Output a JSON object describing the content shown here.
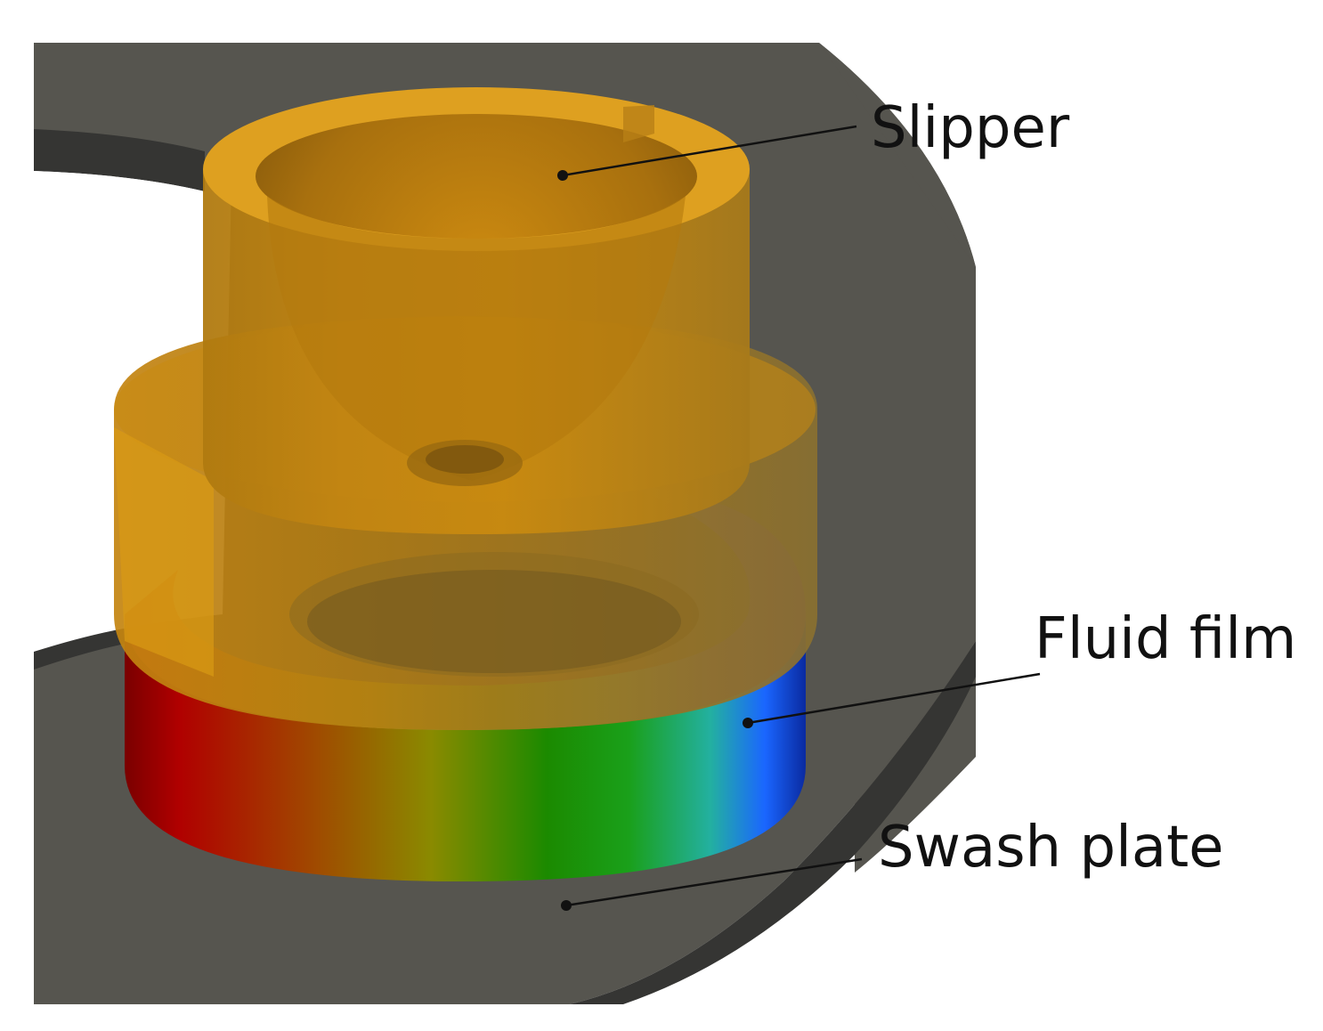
{
  "labels": {
    "slipper": "Slipper",
    "fluid_film": "Fluid film",
    "swash_plate": "Swash plate"
  },
  "colors": {
    "background": "#ffffff",
    "swash_plate_top": "#56554f",
    "swash_plate_edge": "#353533",
    "slipper_orange": "#c98a10",
    "slipper_light": "#e2a21e",
    "slipper_dark": "#8f6410",
    "fluid_film_red": "#a30000",
    "fluid_film_yellow": "#d0b000",
    "fluid_film_green": "#1a9a00",
    "fluid_film_cyan": "#20c0c0",
    "fluid_film_blue": "#1a3aff",
    "fluid_film_purple": "#5a2a8c",
    "leader_line": "#111111"
  }
}
